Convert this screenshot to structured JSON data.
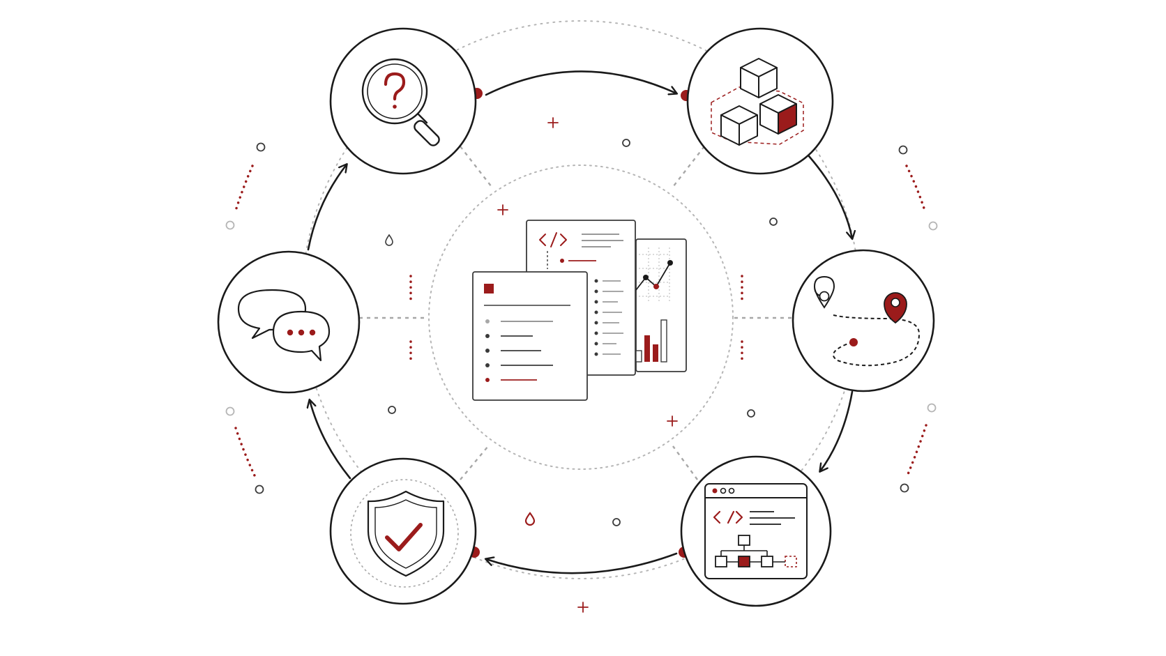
{
  "colors": {
    "ink": "#1a1a1a",
    "accent": "#9b1b1b",
    "muted": "#a7a7a7",
    "paper": "#ffffff"
  },
  "diagram": {
    "layout": "cycle",
    "direction": "clockwise",
    "center": {
      "name": "documents-hub",
      "icon": "document-stack-icon"
    },
    "nodes": [
      {
        "name": "discover-step",
        "icon": "magnifier-question-icon"
      },
      {
        "name": "model-step",
        "icon": "cubes-icon"
      },
      {
        "name": "route-step",
        "icon": "map-route-icon"
      },
      {
        "name": "build-step",
        "icon": "code-window-flow-icon"
      },
      {
        "name": "verify-step",
        "icon": "shield-check-icon"
      },
      {
        "name": "feedback-step",
        "icon": "chat-bubbles-icon"
      }
    ],
    "edges": [
      {
        "from": "discover-step",
        "to": "model-step"
      },
      {
        "from": "model-step",
        "to": "route-step"
      },
      {
        "from": "route-step",
        "to": "build-step"
      },
      {
        "from": "build-step",
        "to": "verify-step"
      },
      {
        "from": "verify-step",
        "to": "feedback-step"
      },
      {
        "from": "feedback-step",
        "to": "discover-step"
      }
    ]
  }
}
